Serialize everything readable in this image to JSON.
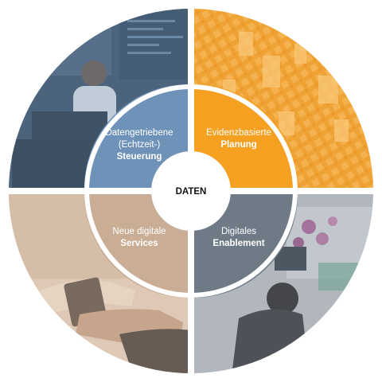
{
  "center": {
    "label": "DATEN"
  },
  "quadrants": [
    {
      "id": "top-left",
      "line1": "Datengetriebene",
      "line2": "(Echtzeit-)",
      "bold": "Steuerung",
      "photo_subject": "man-working-laptop-monitors",
      "color": "#6f93b8"
    },
    {
      "id": "top-right",
      "line1": "Evidenzbasierte",
      "line2": "",
      "bold": "Planung",
      "photo_subject": "3d-city-model",
      "color": "#f5a020"
    },
    {
      "id": "bottom-left",
      "line1": "Neue digitale",
      "line2": "",
      "bold": "Services",
      "photo_subject": "hands-using-phone",
      "color": "#c9ad95"
    },
    {
      "id": "bottom-right",
      "line1": "Digitales",
      "line2": "",
      "bold": "Enablement",
      "photo_subject": "people-at-desk-with-flowers",
      "color": "#6e7b87"
    }
  ]
}
